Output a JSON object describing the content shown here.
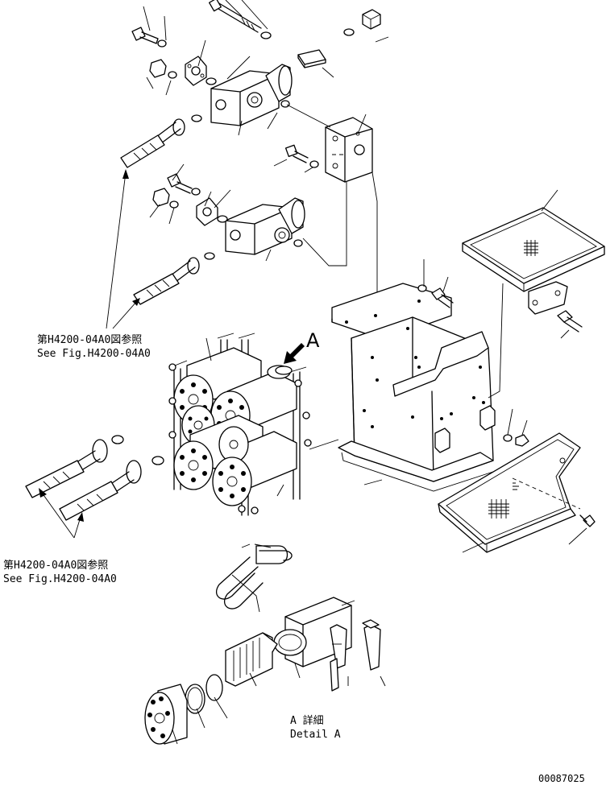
{
  "references": {
    "upper": {
      "jp": "第H4200-04A0図参照",
      "en": "See Fig.H4200-04A0"
    },
    "lower": {
      "jp": "第H4200-04A0図参照",
      "en": "See Fig.H4200-04A0"
    }
  },
  "detail_marker": "A",
  "detail_caption": {
    "jp": "A 詳細",
    "en": "Detail A"
  },
  "drawing_number": "00087025"
}
